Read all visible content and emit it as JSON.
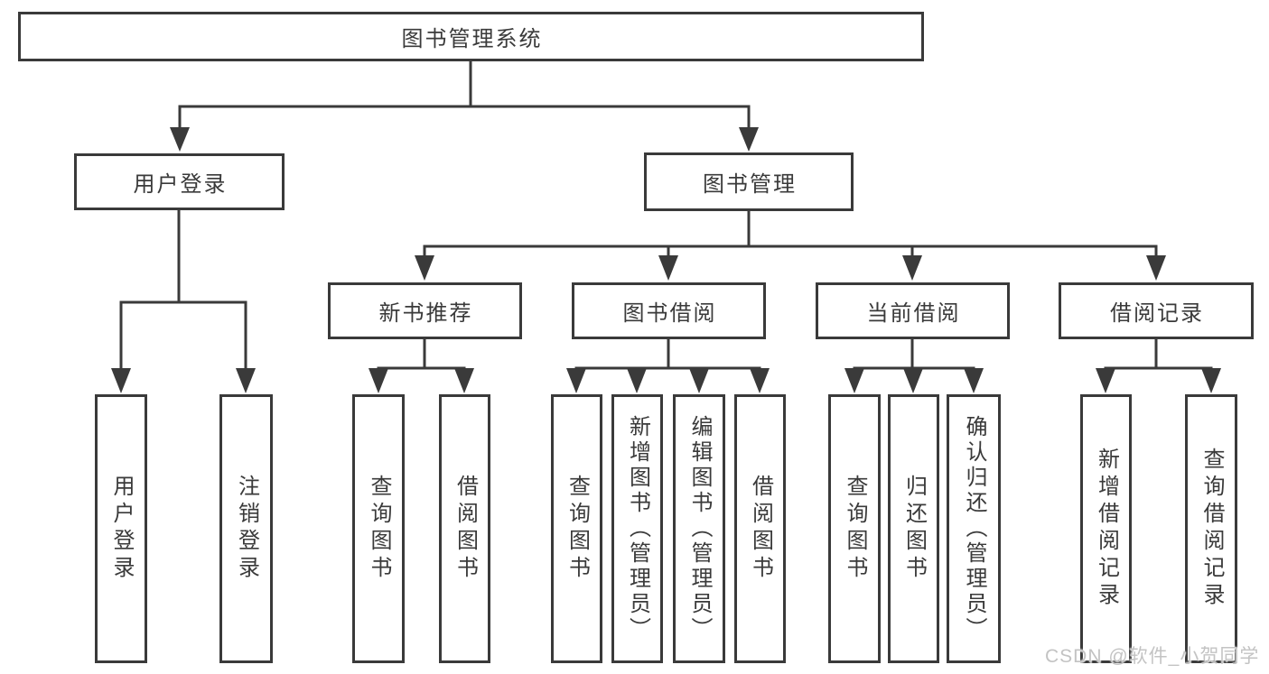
{
  "tree": {
    "label": "图书管理系统",
    "children": [
      {
        "label": "用户登录",
        "children": [
          {
            "label": "用户登录"
          },
          {
            "label": "注销登录"
          }
        ]
      },
      {
        "label": "图书管理",
        "children": [
          {
            "label": "新书推荐",
            "children": [
              {
                "label": "查询图书"
              },
              {
                "label": "借阅图书"
              }
            ]
          },
          {
            "label": "图书借阅",
            "children": [
              {
                "label": "查询图书"
              },
              {
                "label": "新增图书（管理员）"
              },
              {
                "label": "编辑图书（管理员）"
              },
              {
                "label": "借阅图书"
              }
            ]
          },
          {
            "label": "当前借阅",
            "children": [
              {
                "label": "查询图书"
              },
              {
                "label": "归还图书"
              },
              {
                "label": "确认归还（管理员）"
              }
            ]
          },
          {
            "label": "借阅记录",
            "children": [
              {
                "label": "新增借阅记录"
              },
              {
                "label": "查询借阅记录"
              }
            ]
          }
        ]
      }
    ]
  },
  "watermark": "CSDN @软件_小贺同学",
  "colors": {
    "line": "#3a3a3a",
    "text": "#3a3a3a",
    "box_background": "#ffffff",
    "watermark": "#c3c3c3"
  }
}
